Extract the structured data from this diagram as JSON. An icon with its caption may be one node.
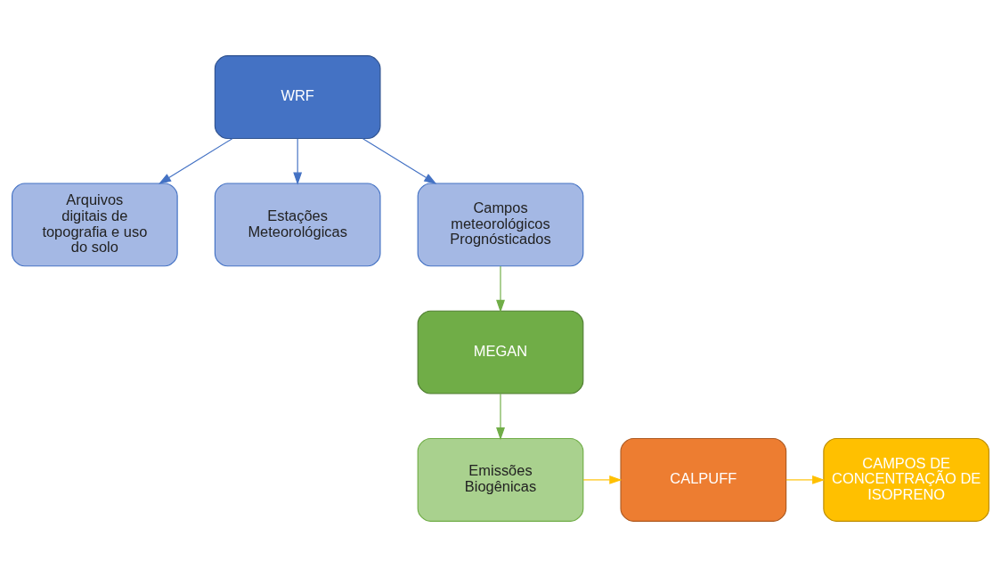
{
  "diagram": {
    "nodes": [
      {
        "text": [
          "WRF"
        ]
      },
      {
        "text": [
          "Arquivos digitais de topografia e uso do solo"
        ]
      },
      {
        "text": [
          "Estações Meteorológicas"
        ]
      },
      {
        "text": [
          "Campos meteorológicos Prognósticados"
        ]
      },
      {
        "text": [
          "MEGAN"
        ]
      },
      {
        "text": [
          "Emissões Biogênicas"
        ]
      },
      {
        "text": [
          "CALPUFF"
        ]
      },
      {
        "text": [
          "CAMPOS DE CONCENTRAÇÃO DE ISOPRENO"
        ]
      }
    ],
    "edges": [
      {
        "from": 0,
        "to": 1,
        "arrow": "to",
        "color": "#4472c4"
      },
      {
        "from": 0,
        "to": 2,
        "arrow": "to",
        "color": "#4472c4"
      },
      {
        "from": 0,
        "to": 3,
        "arrow": "to",
        "color": "#4472c4"
      },
      {
        "from": 3,
        "to": 4,
        "arrow": "to",
        "color": "#70ad47"
      },
      {
        "from": 4,
        "to": 5,
        "arrow": "to",
        "color": "#70ad47"
      },
      {
        "from": 5,
        "to": 6,
        "arrow": "to",
        "color": "#ffc000"
      },
      {
        "from": 6,
        "to": 7,
        "arrow": "to",
        "color": "#ffc000"
      }
    ]
  }
}
